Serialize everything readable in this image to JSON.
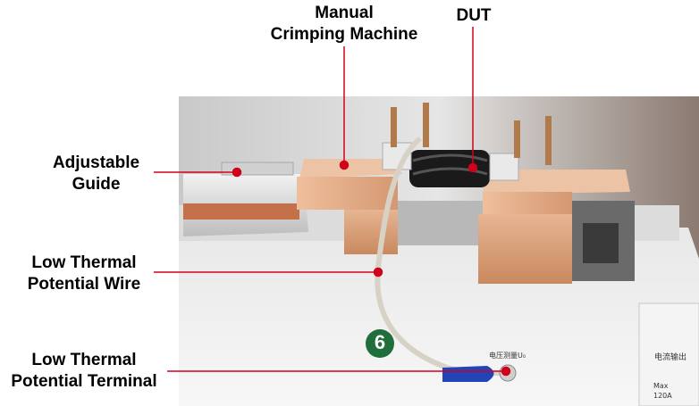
{
  "labels": {
    "manual_crimping": [
      "Manual",
      "Crimping Machine"
    ],
    "dut": "DUT",
    "adjustable_guide": [
      "Adjustable",
      "Guide"
    ],
    "low_thermal_wire": [
      "Low Thermal",
      "Potential Wire"
    ],
    "low_thermal_terminal": [
      "Low Thermal",
      "Potential Terminal"
    ]
  },
  "device": {
    "badge_number": "6",
    "terminal_text": "电压测量U₀",
    "side_text": "电流输出",
    "max_label": "Max",
    "max_value": "120A"
  },
  "colors": {
    "callout": "#d0021b",
    "copper": "#d9a178",
    "badge": "#1f6e3c"
  }
}
